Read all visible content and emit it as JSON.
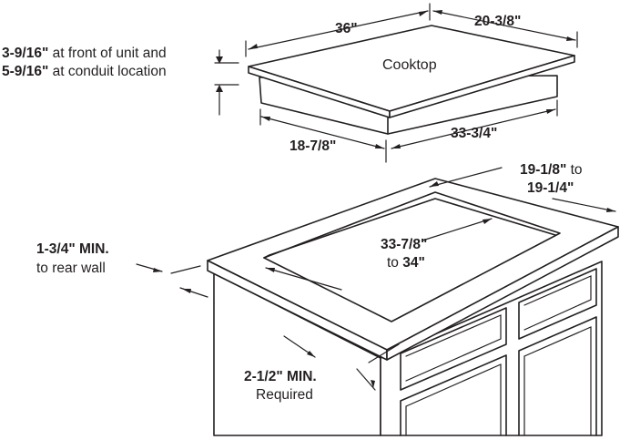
{
  "cooktop": {
    "label": "Cooktop",
    "width": "36\"",
    "depth": "20-3/8\"",
    "height_front_value": "3-9/16\"",
    "height_front_text": " at front of unit and",
    "height_conduit_value": "5-9/16\"",
    "height_conduit_text": " at conduit location",
    "body_depth": "18-7/8\"",
    "body_width": "33-3/4\""
  },
  "cutout": {
    "depth_value_1": "19-1/8\"",
    "depth_to": " to",
    "depth_value_2": "19-1/4\"",
    "width_value_1": "33-7/8\"",
    "width_to": "to ",
    "width_value_2": "34\"",
    "rear_clearance_value": "1-3/4\" MIN.",
    "rear_clearance_text": "to rear wall",
    "front_clearance_value": "2-1/2\" MIN.",
    "front_clearance_text": "Required"
  }
}
